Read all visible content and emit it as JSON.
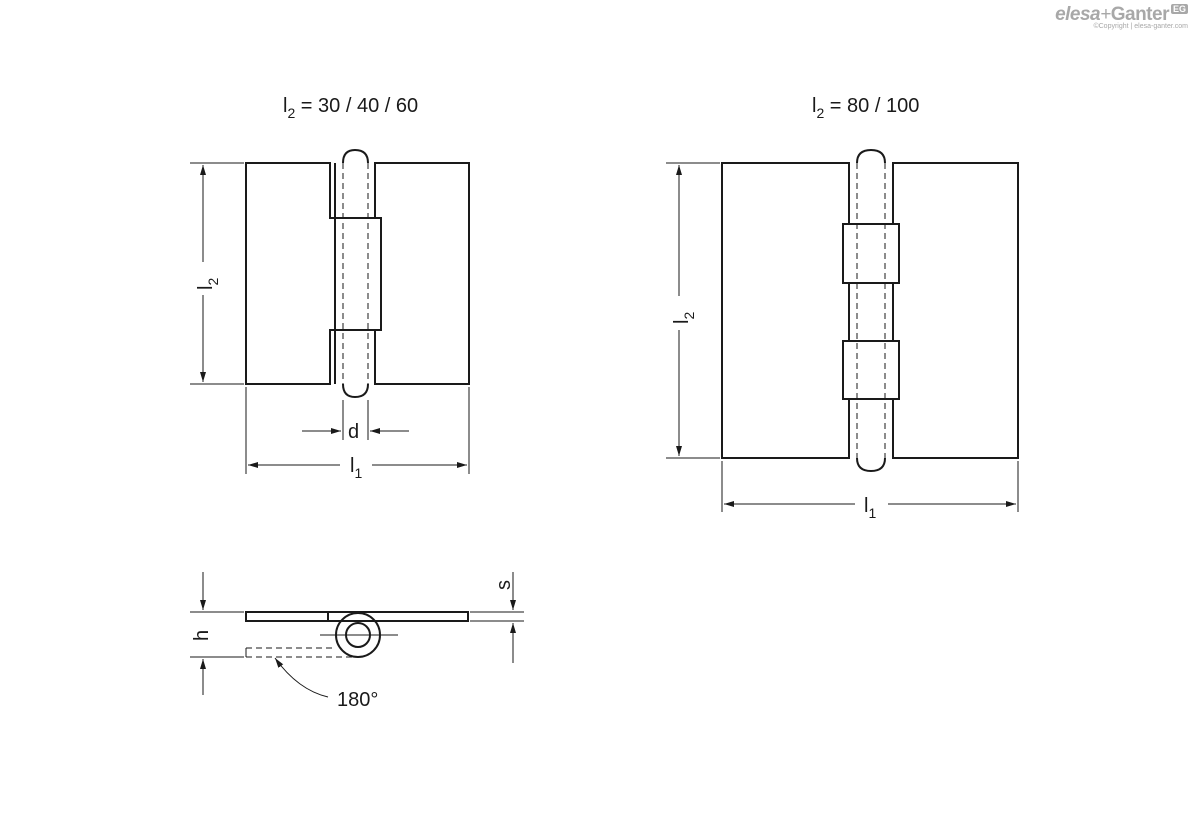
{
  "logo": {
    "brand1": "elesa",
    "plus": "+",
    "brand2": "Ganter",
    "badge": "EG",
    "copyright": "©Copyright | elesa-ganter.com"
  },
  "views": {
    "small": {
      "title_var": "l",
      "title_sub": "2",
      "title_values": " = 30 / 40 / 60"
    },
    "large": {
      "title_var": "l",
      "title_sub": "2",
      "title_values": " = 80 / 100"
    }
  },
  "dimensions": {
    "l1_var": "l",
    "l1_sub": "1",
    "l2_var": "l",
    "l2_sub": "2",
    "d": "d",
    "h": "h",
    "s": "s",
    "angle": "180°"
  }
}
